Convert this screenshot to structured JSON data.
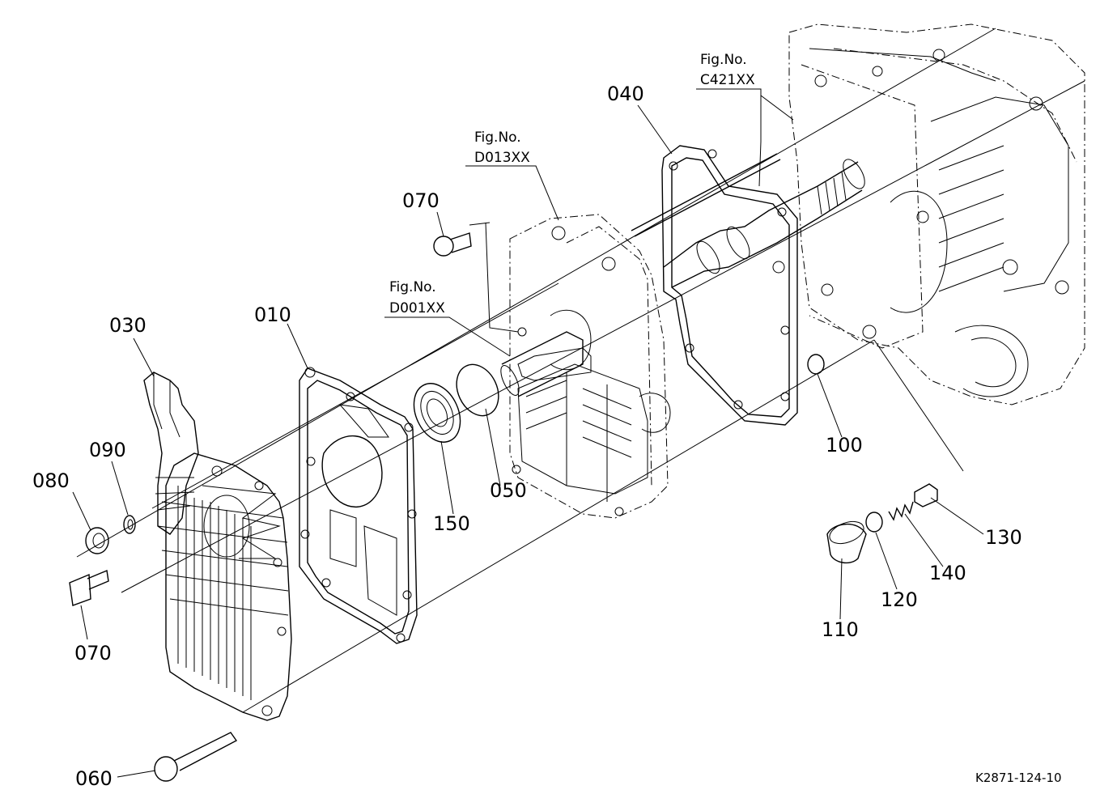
{
  "callouts": {
    "p010": "010",
    "p030": "030",
    "p040": "040",
    "p050": "050",
    "p060": "060",
    "p070a": "070",
    "p070b": "070",
    "p080": "080",
    "p090": "090",
    "p100": "100",
    "p110": "110",
    "p120": "120",
    "p130": "130",
    "p140": "140",
    "p150": "150"
  },
  "fig_refs": {
    "d013": {
      "label": "Fig.No.",
      "code": "D013XX"
    },
    "d001": {
      "label": "Fig.No.",
      "code": "D001XX"
    },
    "c421": {
      "label": "Fig.No.",
      "code": "C421XX"
    }
  },
  "drawing_code": "K2871-124-10"
}
